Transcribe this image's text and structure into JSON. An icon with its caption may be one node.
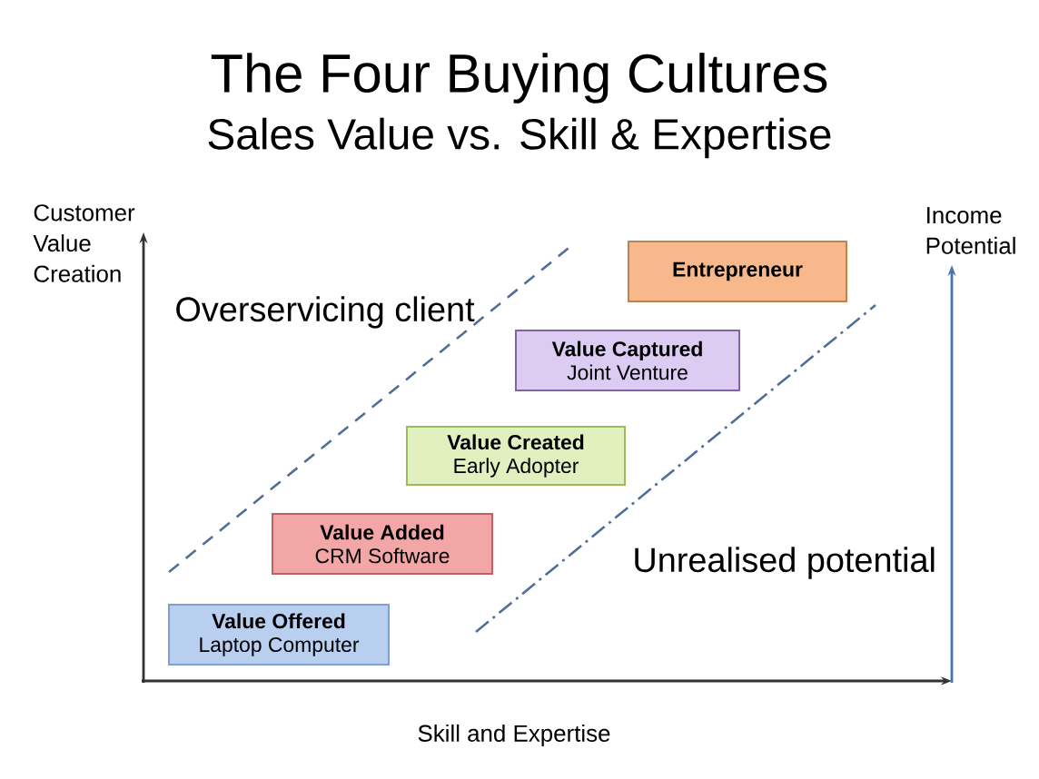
{
  "diagram": {
    "title": "The Four Buying Cultures",
    "nodes": [
      {
        "text": [
          "Value Offered",
          "Laptop Computer"
        ]
      },
      {
        "text": [
          "Value Added",
          "CRM Software"
        ]
      },
      {
        "text": [
          "Value Created",
          "Early Adopter"
        ]
      },
      {
        "text": [
          "Value Captured",
          "Joint Venture"
        ]
      },
      {
        "text": [
          "Entrepreneur"
        ]
      }
    ],
    "edges": [],
    "labels": [
      "Sales Value vs. Skill & Expertise",
      "Customer Value Creation",
      "Income Potential",
      "Overservicing client",
      "Unrealised potential",
      "Skill and Expertise"
    ]
  }
}
